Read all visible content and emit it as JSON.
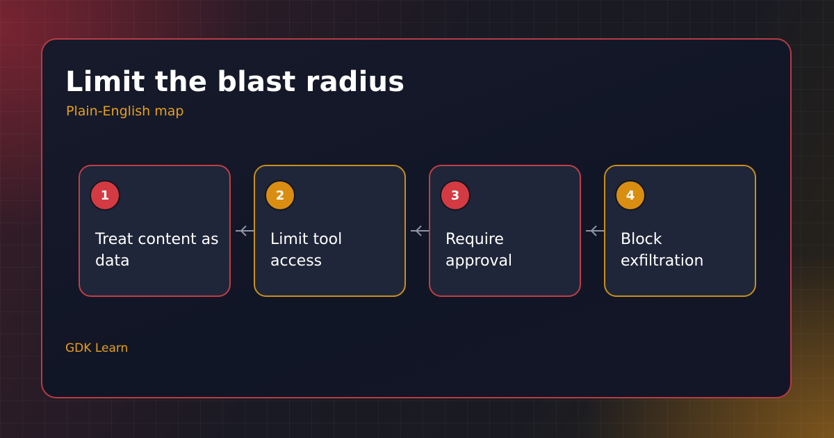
{
  "header": {
    "title": "Limit the blast radius",
    "subtitle": "Plain-English map"
  },
  "steps": [
    {
      "number": "1",
      "label": "Treat content as data",
      "accent": "#d33a42"
    },
    {
      "number": "2",
      "label": "Limit tool access",
      "accent": "#d98e12"
    },
    {
      "number": "3",
      "label": "Require approval",
      "accent": "#d33a42"
    },
    {
      "number": "4",
      "label": "Block exfiltration",
      "accent": "#d98e12"
    }
  ],
  "footer": {
    "brand": "GDK Learn"
  },
  "colors": {
    "accent_red": "#d33a42",
    "accent_amber": "#d98e12",
    "panel_border": "#b63c46",
    "connector": "#8f96a8"
  }
}
